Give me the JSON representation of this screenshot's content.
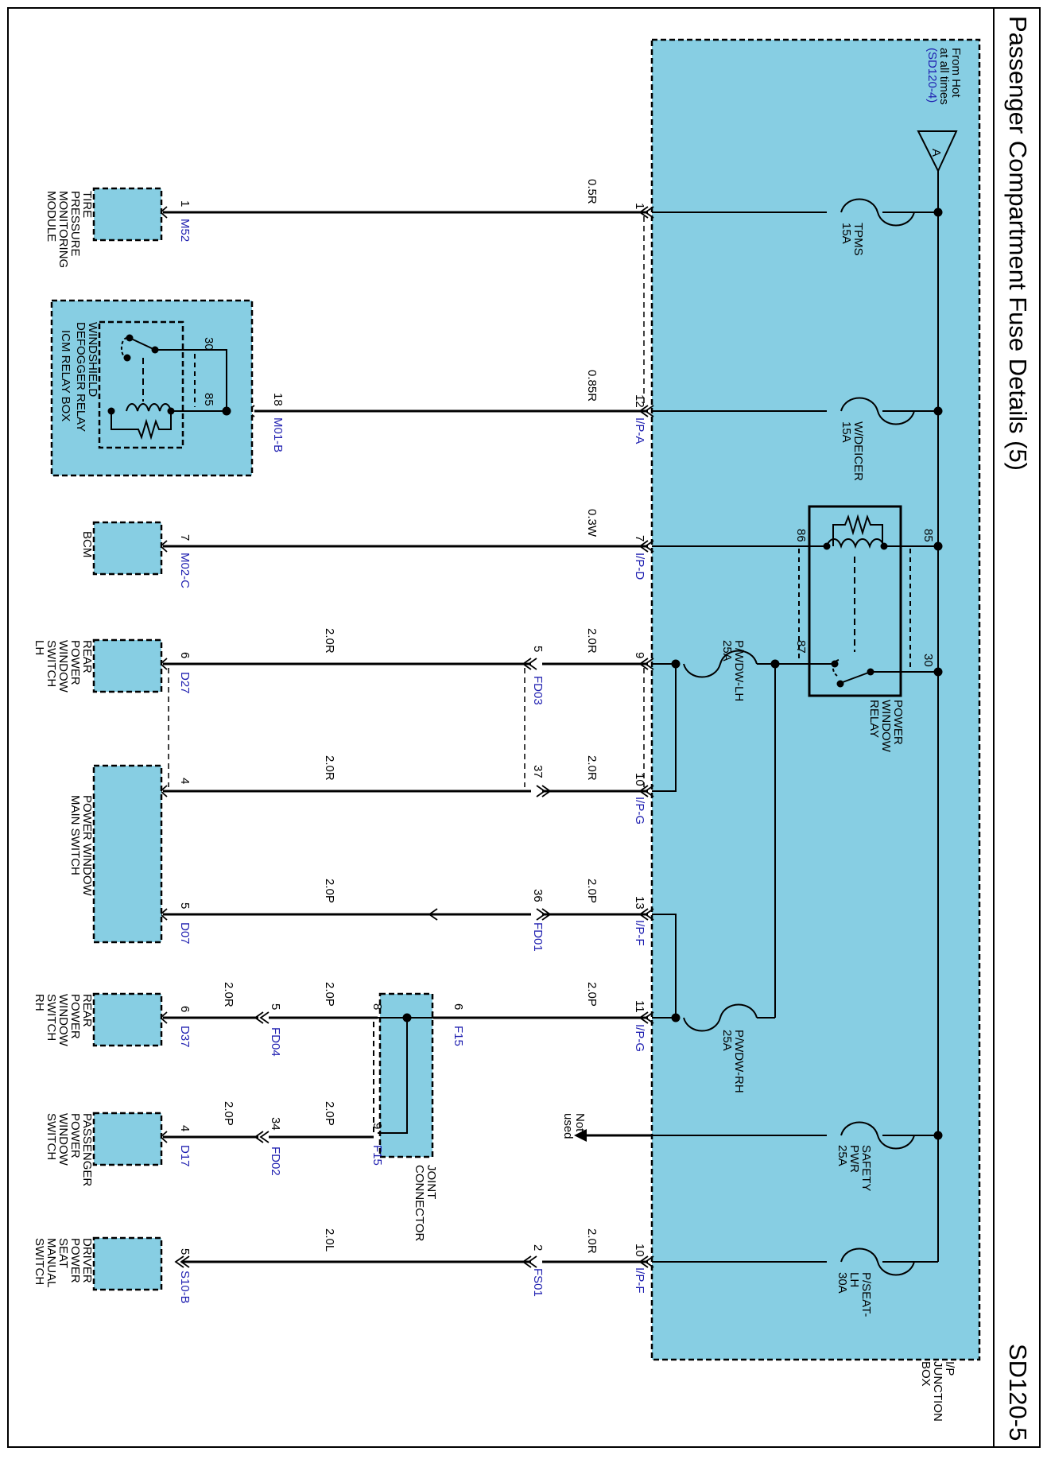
{
  "page": {
    "title": "Passenger Compartment Fuse Details (5)",
    "code": "SD120-5"
  },
  "source": {
    "letter": "A",
    "text": [
      "From Hot",
      "at all times"
    ],
    "ref": "(SD120-4)"
  },
  "junction_box": {
    "label": [
      "I/P",
      "JUNCTION",
      "BOX"
    ]
  },
  "fuses": {
    "tpms": [
      "TPMS",
      "15A"
    ],
    "wdeicer": [
      "W/DEICER",
      "15A"
    ],
    "pwdw_lh": [
      "P/WDW-LH",
      "25A"
    ],
    "pwdw_rh": [
      "P/WDW-RH",
      "25A"
    ],
    "safety": [
      "SAFETY",
      "PWR",
      "25A"
    ],
    "pseat": [
      "P/SEAT-",
      "LH",
      "30A"
    ]
  },
  "relay": {
    "label": [
      "POWER",
      "WINDOW",
      "RELAY"
    ],
    "pins": [
      "86",
      "85",
      "87",
      "30"
    ]
  },
  "circuits": {
    "tpms": {
      "jb_pin": "1",
      "wire": "0.5R",
      "dest_pin": "1",
      "dest_conn": "M52",
      "dest": [
        "TIRE",
        "PRESSURE",
        "MONITORING",
        "MODULE"
      ]
    },
    "wdeicer": {
      "jb_pin": "12",
      "jb_conn": "I/P-A",
      "wire": "0.85R",
      "dest_pin": "18",
      "dest_conn": "M01-B",
      "dest": [
        "WINDSHIELD",
        "DEFOGGER RELAY"
      ],
      "box": [
        "ICM RELAY BOX"
      ],
      "relay_pins": [
        "30",
        "85"
      ]
    },
    "bcm": {
      "jb_pin": "7",
      "jb_conn": "I/P-D",
      "wire": "0.3W",
      "dest_pin": "7",
      "dest_conn": "M02-C",
      "dest": [
        "BCM"
      ]
    },
    "rear_lh": {
      "jb_pin": "9",
      "wire1": "2.0R",
      "inline_pin": "5",
      "inline_conn": "FD03",
      "wire2": "2.0R",
      "dest_pin": "6",
      "dest_conn": "D27",
      "dest": [
        "REAR",
        "POWER",
        "WINDOW",
        "SWITCH",
        "LH"
      ]
    },
    "main_a": {
      "jb_pin": "10",
      "jb_conn": "I/P-G",
      "wire1": "2.0R",
      "inline_pin": "37",
      "wire2": "2.0R",
      "dest_pin": "4"
    },
    "main_b": {
      "jb_pin": "13",
      "jb_conn": "I/P-F",
      "wire1": "2.0P",
      "inline_pin": "36",
      "inline_conn": "FD01",
      "wire2": "2.0P",
      "dest_pin": "5",
      "dest_conn": "D07",
      "dest": [
        "POWER WINDOW",
        "MAIN SWITCH"
      ]
    },
    "rear_rh": {
      "jb_pin": "11",
      "jb_conn": "I/P-G",
      "wire1": "2.0P",
      "joint_pin_in": "6",
      "joint_conn_in": "F15",
      "joint_pin_out": "8",
      "wire2": "2.0P",
      "inline_pin": "5",
      "inline_conn": "FD04",
      "wire3": "2.0R",
      "dest_pin": "6",
      "dest_conn": "D37",
      "dest": [
        "REAR",
        "POWER",
        "WINDOW",
        "SWITCH",
        "RH"
      ]
    },
    "passenger": {
      "joint_pin": "9",
      "joint_conn": "F15",
      "wire1": "2.0P",
      "inline_pin": "34",
      "inline_conn": "FD02",
      "wire2": "2.0P",
      "dest_pin": "4",
      "dest_conn": "D17",
      "dest": [
        "PASSENGER",
        "POWER",
        "WINDOW",
        "SWITCH"
      ]
    },
    "joint": {
      "label": [
        "JOINT",
        "CONNECTOR"
      ]
    },
    "safety": {
      "note": [
        "Not",
        "used"
      ]
    },
    "seat": {
      "jb_pin": "10",
      "jb_conn": "I/P-F",
      "wire1": "2.0R",
      "inline_pin": "2",
      "inline_conn": "FS01",
      "wire2": "2.0L",
      "dest_pin": "5",
      "dest_conn": "S10-B",
      "dest": [
        "DRIVER",
        "POWER",
        "SEAT",
        "MANUAL",
        "SWITCH"
      ]
    }
  },
  "colors": {
    "box_fill": "#87cee3",
    "wire": "#000000",
    "blue_text": "#1f1fb0"
  }
}
